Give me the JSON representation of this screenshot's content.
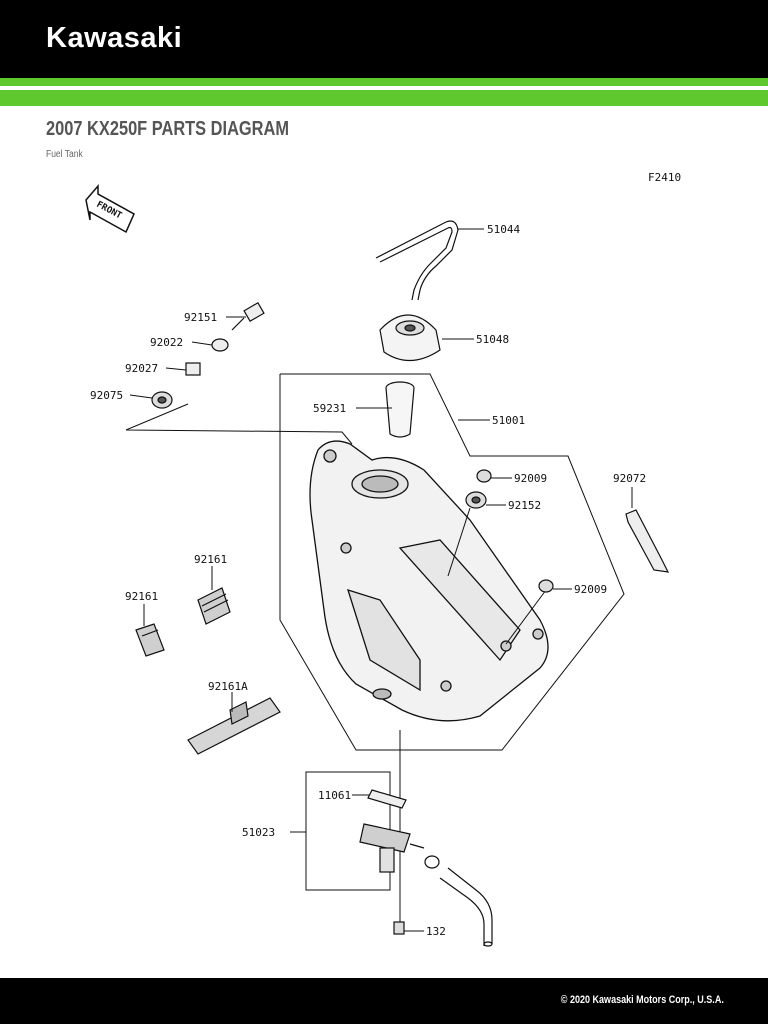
{
  "brand": {
    "logo_text": "Kawasaki"
  },
  "page": {
    "title": "2007 KX250F PARTS DIAGRAM",
    "subtitle": "Fuel Tank"
  },
  "diagram": {
    "code": "F2410",
    "front_label": "FRONT",
    "parts": [
      "51044",
      "92151",
      "92022",
      "51048",
      "92027",
      "92075",
      "59231",
      "51001",
      "92009",
      "92072",
      "92152",
      "92161",
      "92161",
      "92009",
      "92161A",
      "11061",
      "51023",
      "132"
    ]
  },
  "footer": {
    "copyright": "© 2020 Kawasaki Motors Corp., U.S.A."
  },
  "colors": {
    "header_bg": "#000000",
    "accent_green": "#5fc82f",
    "footer_bg": "#000000"
  }
}
